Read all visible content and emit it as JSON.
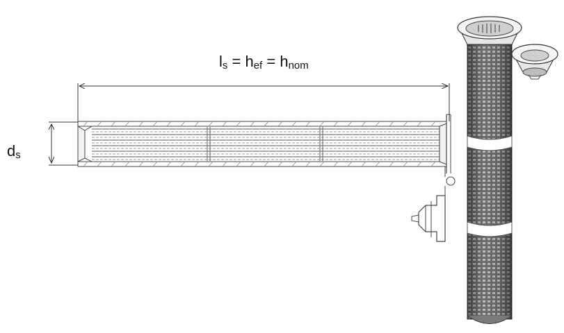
{
  "labels": {
    "length": {
      "l": "l",
      "l_sub": "s",
      "eq1": " = ",
      "h1": "h",
      "h1_sub": "ef",
      "eq2": " = ",
      "h2": "h",
      "h2_sub": "nom"
    },
    "diameter": {
      "d": "d",
      "d_sub": "s"
    }
  },
  "colors": {
    "line": "#333333",
    "mesh_light": "#9a9a9a",
    "mesh_dark": "#4a4a4a",
    "band": "#ffffff"
  },
  "icons": [
    "sieve-sleeve-section",
    "sieve-sleeve-3d",
    "centering-cap-icon"
  ]
}
